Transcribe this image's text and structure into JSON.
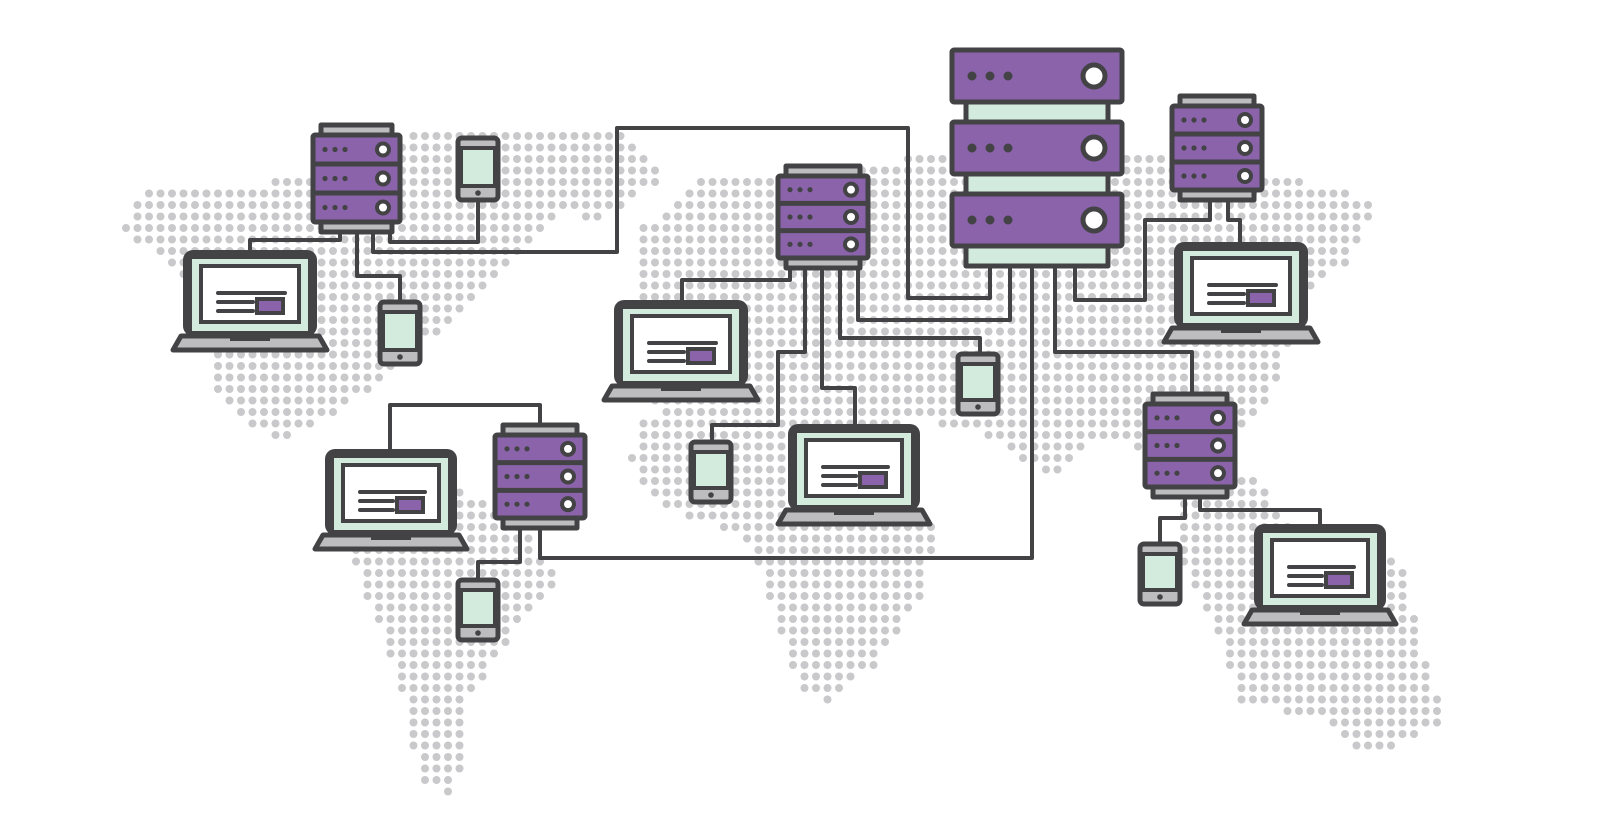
{
  "illustration": {
    "subject": "network",
    "colors": {
      "outline": "#434345",
      "server_purple": "#8a63aa",
      "screen_mint": "#d3ebdd",
      "cap_gray": "#bdbdbf",
      "map_dots": "#c9c9cb",
      "background": "#ffffff"
    },
    "icons": [
      "world-map-dots",
      "server-rack",
      "laptop",
      "smartphone",
      "network-cable"
    ]
  }
}
